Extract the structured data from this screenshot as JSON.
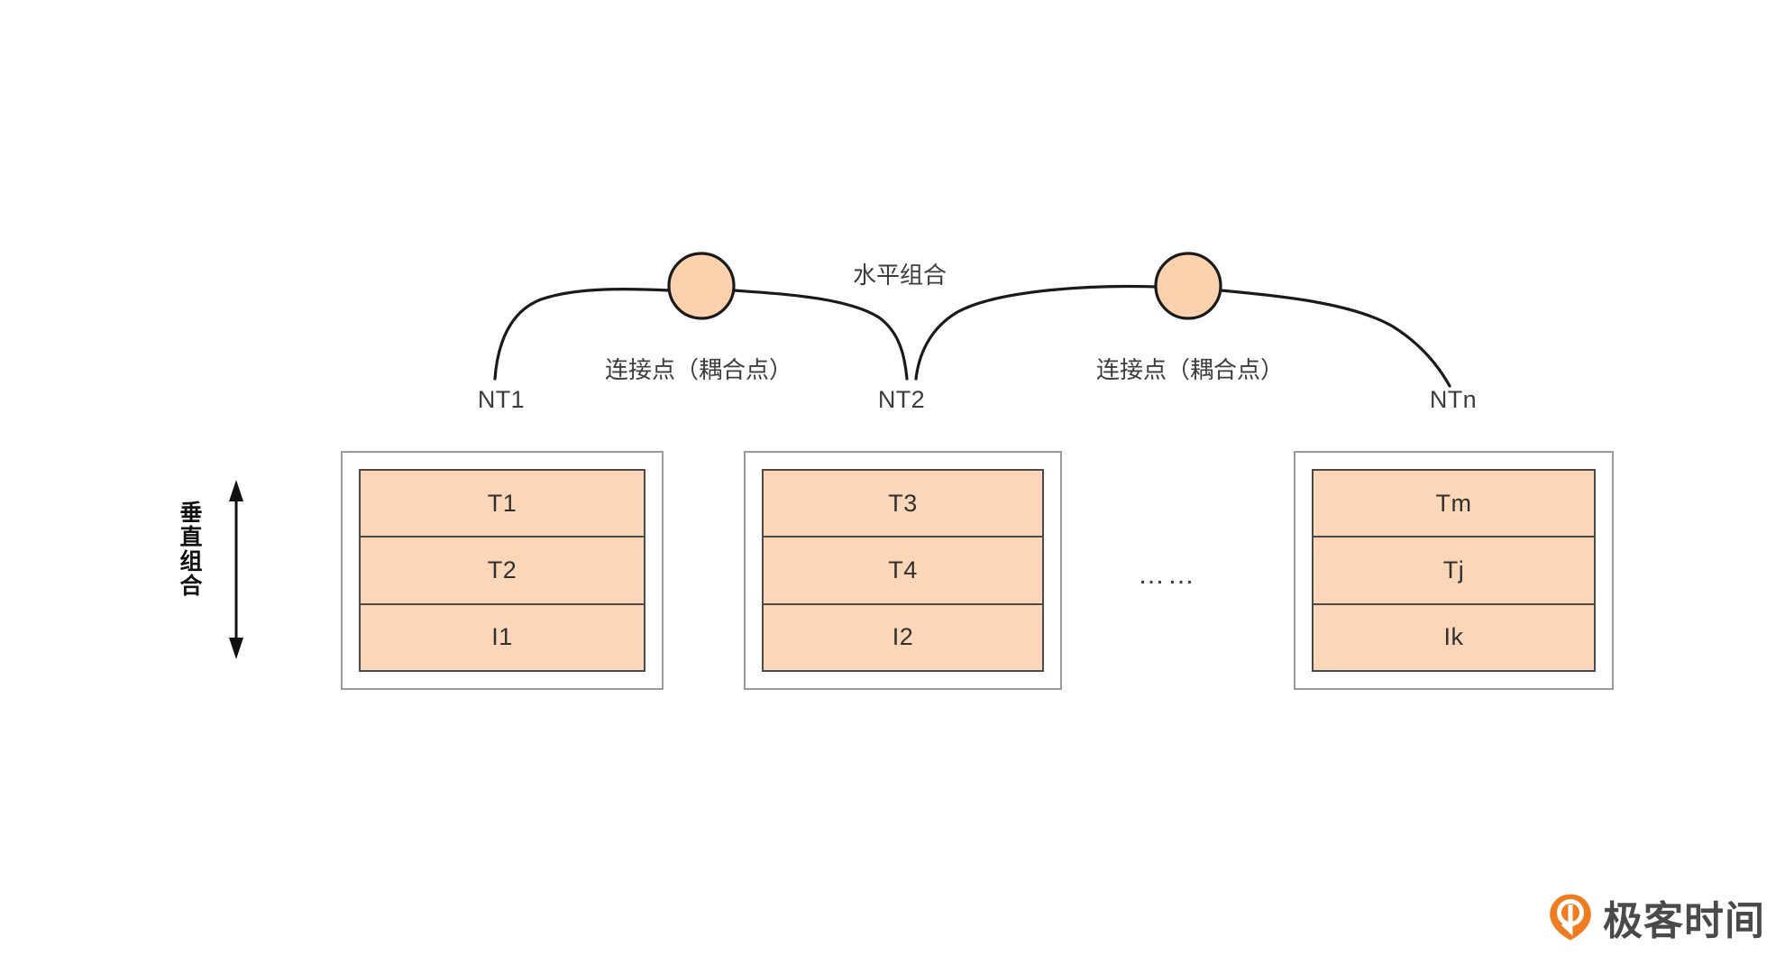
{
  "diagram": {
    "title_horizontal": "水平组合",
    "title_vertical": "垂直组合",
    "ellipsis": "……",
    "colors": {
      "cell_fill": "#FBD6B8",
      "node_fill": "#FBD2AD",
      "stroke": "#1a1a1a",
      "outer_border": "#9a9a9a",
      "inner_border": "#4a4a4a",
      "logo_orange": "#EF7C1F",
      "logo_text": "#4a4a4a"
    },
    "nodes": [
      {
        "id": "nt1",
        "label": "NT1"
      },
      {
        "id": "nt2",
        "label": "NT2"
      },
      {
        "id": "ntn",
        "label": "NTn"
      }
    ],
    "connectors": [
      {
        "id": "conn-1",
        "caption": "连接点（耦合点）"
      },
      {
        "id": "conn-2",
        "caption": "连接点（耦合点）"
      }
    ],
    "groups": [
      {
        "id": "group-1",
        "cells": [
          {
            "label": "T1"
          },
          {
            "label": "T2"
          },
          {
            "label": "I1"
          }
        ]
      },
      {
        "id": "group-2",
        "cells": [
          {
            "label": "T3"
          },
          {
            "label": "T4"
          },
          {
            "label": "I2"
          }
        ]
      },
      {
        "id": "group-3",
        "cells": [
          {
            "label": "Tm"
          },
          {
            "label": "Tj"
          },
          {
            "label": "Ik"
          }
        ]
      }
    ]
  },
  "logo": {
    "text": "极客时间",
    "icon": "geektime-pin-icon"
  }
}
